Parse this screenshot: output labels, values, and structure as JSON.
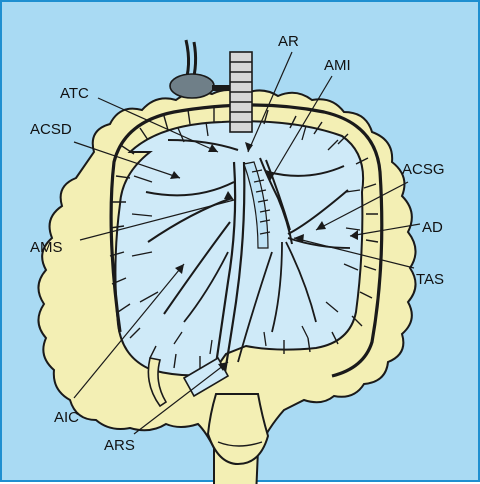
{
  "diagram": {
    "labels": {
      "ar": "AR",
      "ami": "AMI",
      "atc": "ATC",
      "acsd": "ACSD",
      "acsg": "ACSG",
      "ad": "AD",
      "ams": "AMS",
      "tas": "TAS",
      "aic": "AIC",
      "ars": "ARS"
    },
    "colors": {
      "background": "#a9daf3",
      "border": "#1f8fd0",
      "colon": "#f3efb4",
      "outline": "#1a1a1a",
      "vessel_fill": "#cfeaf8"
    }
  }
}
